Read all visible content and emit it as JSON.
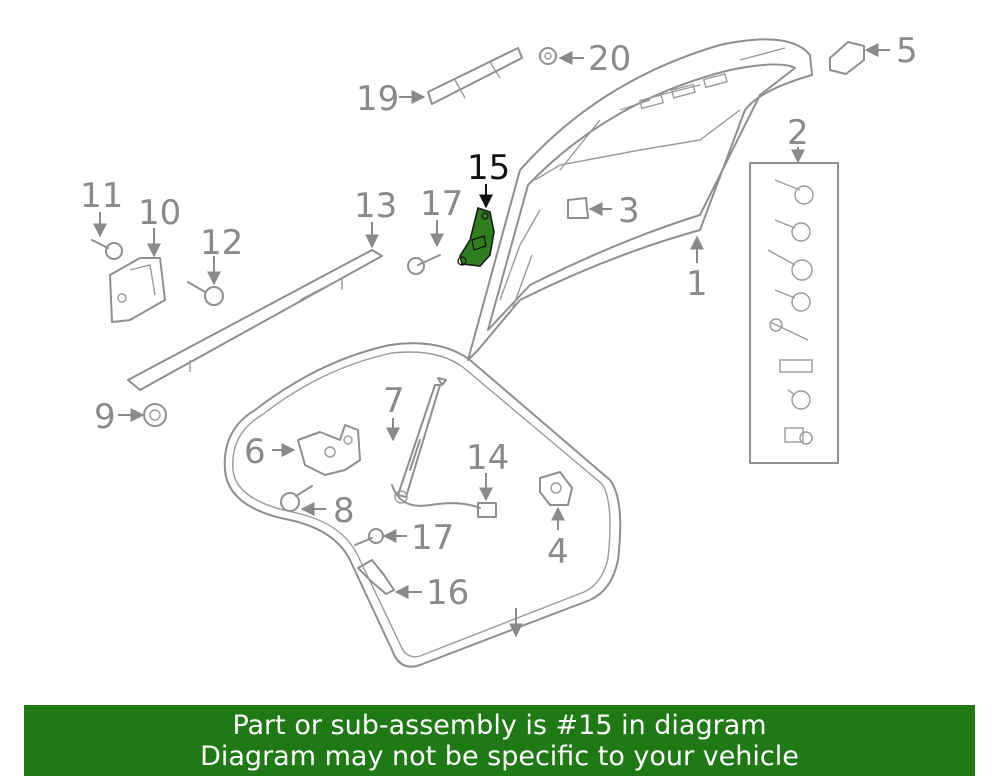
{
  "highlight_color": "#2e7d1f",
  "banner_color": "#1f7a16",
  "labels": {
    "l1": "1",
    "l2": "2",
    "l3": "3",
    "l4": "4",
    "l5": "5",
    "l6": "6",
    "l7": "7",
    "l8": "8",
    "l9": "9",
    "l10": "10",
    "l11": "11",
    "l12": "12",
    "l13": "13",
    "l14": "14",
    "l15": "15",
    "l16": "16",
    "l17a": "17",
    "l17b": "17",
    "l19": "19",
    "l20": "20"
  },
  "banner": {
    "line1": "Part or sub-assembly is #15 in diagram",
    "line2": "Diagram may not be specific to your vehicle"
  }
}
